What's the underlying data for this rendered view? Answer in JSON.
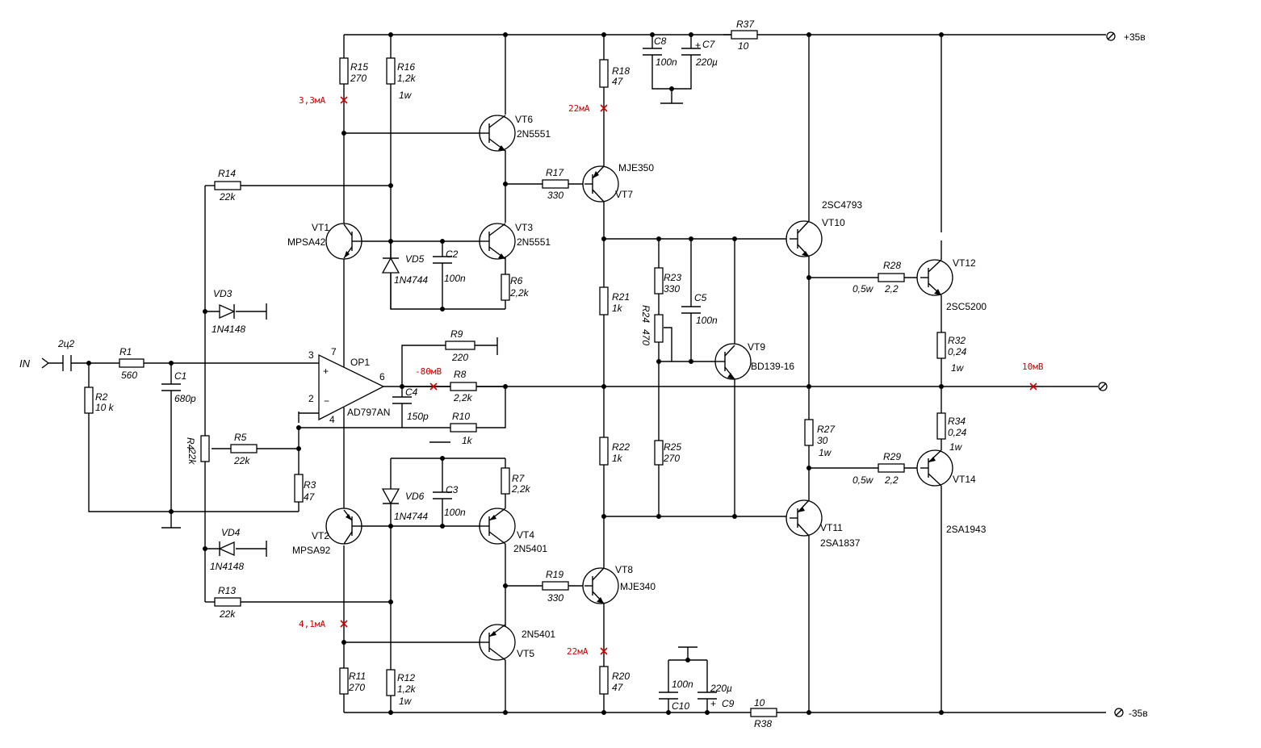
{
  "nets": {
    "vpos": "+35в",
    "vneg": "-35в",
    "input": "IN"
  },
  "components": {
    "C_in": "2ц2",
    "R1": {
      "ref": "R1",
      "val": "560"
    },
    "R2": {
      "ref": "R2",
      "val": "10 k"
    },
    "C1": {
      "ref": "C1",
      "val": "680p"
    },
    "R3": {
      "ref": "R3",
      "val": "47"
    },
    "R4": {
      "ref": "R4",
      "val": "22k"
    },
    "R5": {
      "ref": "R5",
      "val": "22k"
    },
    "R6": {
      "ref": "R6",
      "val": "2,2k"
    },
    "R7": {
      "ref": "R7",
      "val": "2,2k"
    },
    "R8": {
      "ref": "R8",
      "val": "2,2k"
    },
    "R9": {
      "ref": "R9",
      "val": "220"
    },
    "R10": {
      "ref": "R10",
      "val": "1k"
    },
    "R11": {
      "ref": "R11",
      "val": "270"
    },
    "R12": {
      "ref": "R12",
      "val": "1,2k",
      "pw": "1w"
    },
    "R13": {
      "ref": "R13",
      "val": "22k"
    },
    "R14": {
      "ref": "R14",
      "val": "22k"
    },
    "R15": {
      "ref": "R15",
      "val": "270"
    },
    "R16": {
      "ref": "R16",
      "val": "1,2k",
      "pw": "1w"
    },
    "R17": {
      "ref": "R17",
      "val": "330"
    },
    "R18": {
      "ref": "R18",
      "val": "47"
    },
    "R19": {
      "ref": "R19",
      "val": "330"
    },
    "R20": {
      "ref": "R20",
      "val": "47"
    },
    "R21": {
      "ref": "R21",
      "val": "1k"
    },
    "R22": {
      "ref": "R22",
      "val": "1k"
    },
    "R23": {
      "ref": "R23",
      "val": "330"
    },
    "R24": {
      "ref": "R24",
      "val": "470"
    },
    "R25": {
      "ref": "R25",
      "val": "270"
    },
    "R27": {
      "ref": "R27",
      "val": "30",
      "pw": "1w"
    },
    "R28": {
      "ref": "R28",
      "val": "2,2",
      "pw": "0,5w"
    },
    "R29": {
      "ref": "R29",
      "val": "2,2",
      "pw": "0,5w"
    },
    "R32": {
      "ref": "R32",
      "val": "0,24",
      "pw": "1w"
    },
    "R34": {
      "ref": "R34",
      "val": "0,24",
      "pw": "1w"
    },
    "R37": {
      "ref": "R37",
      "val": "10"
    },
    "R38": {
      "ref": "R38",
      "val": "10"
    },
    "C2": {
      "ref": "C2",
      "val": "100n"
    },
    "C3": {
      "ref": "C3",
      "val": "100n"
    },
    "C4": {
      "ref": "C4",
      "val": "150p"
    },
    "C5": {
      "ref": "C5",
      "val": "100n"
    },
    "C7": {
      "ref": "C7",
      "val": "220µ"
    },
    "C8": {
      "ref": "C8",
      "val": "100n"
    },
    "C9": {
      "ref": "C9",
      "val": "220µ"
    },
    "C10": {
      "ref": "C10",
      "val": "100n"
    },
    "VD3": {
      "ref": "VD3",
      "part": "1N4148"
    },
    "VD4": {
      "ref": "VD4",
      "part": "1N4148"
    },
    "VD5": {
      "ref": "VD5",
      "part": "1N4744"
    },
    "VD6": {
      "ref": "VD6",
      "part": "1N4744"
    },
    "VT1": {
      "ref": "VT1",
      "part": "MPSA42"
    },
    "VT2": {
      "ref": "VT2",
      "part": "MPSA92"
    },
    "VT3": {
      "ref": "VT3",
      "part": "2N5551"
    },
    "VT4": {
      "ref": "VT4",
      "part": "2N5401"
    },
    "VT5": {
      "ref": "VT5",
      "part": "2N5401"
    },
    "VT6": {
      "ref": "VT6",
      "part": "2N5551"
    },
    "VT7": {
      "ref": "VT7",
      "part": "MJE350"
    },
    "VT8": {
      "ref": "VT8",
      "part": "MJE340"
    },
    "VT9": {
      "ref": "VT9",
      "part": "BD139-16"
    },
    "VT10": {
      "ref": "VT10",
      "part": "2SC4793"
    },
    "VT11": {
      "ref": "VT11",
      "part": "2SA1837"
    },
    "VT12": {
      "ref": "VT12",
      "part": "2SC5200"
    },
    "VT14": {
      "ref": "VT14",
      "part": "2SA1943"
    },
    "OP1": {
      "ref": "OP1",
      "part": "AD797AN",
      "pins": [
        "3",
        "7",
        "6",
        "2",
        "4"
      ],
      "plus": "+",
      "minus": "−"
    }
  },
  "measurements": {
    "i_vt1": "3,3мА",
    "i_vt7": "22мА",
    "i_vt2": "4,1мА",
    "i_vt8": "22мА",
    "v_in": "-80мВ",
    "v_out": "10мВ"
  }
}
